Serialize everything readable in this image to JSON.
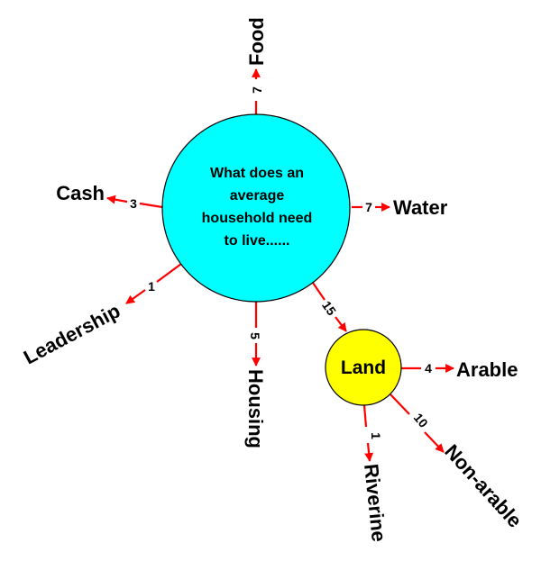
{
  "center": {
    "lines": [
      "What does an",
      "average",
      "household need",
      "to live......"
    ],
    "fill": "#00ffff"
  },
  "land_node": {
    "label": "Land",
    "fill": "#ffff00"
  },
  "edge_color": "#ff0000",
  "needs": {
    "food": {
      "label": "Food",
      "weight": "7"
    },
    "water": {
      "label": "Water",
      "weight": "7"
    },
    "cash": {
      "label": "Cash",
      "weight": "3"
    },
    "leadership": {
      "label": "Leadership",
      "weight": "1"
    },
    "housing": {
      "label": "Housing",
      "weight": "5"
    },
    "land": {
      "weight": "15"
    }
  },
  "land_types": {
    "arable": {
      "label": "Arable",
      "weight": "4"
    },
    "riverine": {
      "label": "Riverine",
      "weight": "1"
    },
    "non_arable": {
      "label": "Non-arable",
      "weight": "10"
    }
  }
}
